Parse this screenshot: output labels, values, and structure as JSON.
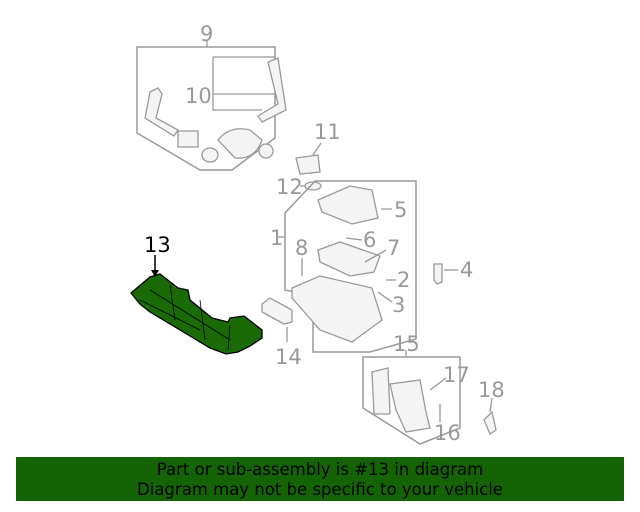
{
  "diagram": {
    "callouts": [
      "9",
      "10",
      "11",
      "12",
      "5",
      "1",
      "6",
      "7",
      "8",
      "2",
      "4",
      "3",
      "13",
      "14",
      "15",
      "17",
      "18",
      "16"
    ],
    "highlighted_part": "13",
    "highlight_color": "#1a6a06"
  },
  "banner": {
    "line1": "Part or sub-assembly is #13 in diagram",
    "line2": "Diagram may not be specific to your vehicle",
    "background": "#146405"
  }
}
